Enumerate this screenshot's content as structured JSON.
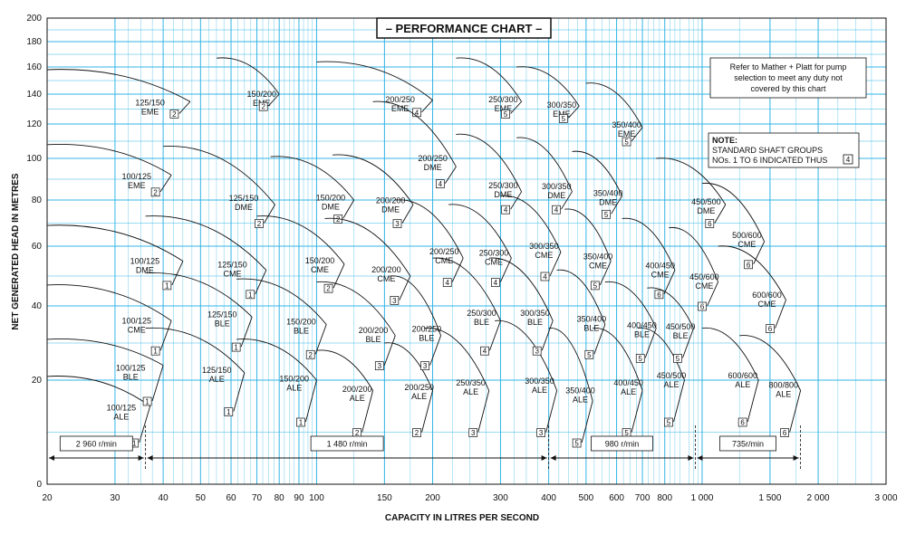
{
  "chart_data": {
    "type": "line",
    "title": "– PERFORMANCE CHART –",
    "xlabel": "CAPACITY IN LITRES PER SECOND",
    "ylabel": "NET GENERATED HEAD IN METRES",
    "x_scale": "log",
    "xlim": [
      20,
      3000
    ],
    "ylim": [
      0,
      200
    ],
    "grid": true,
    "x_ticks": [
      20,
      30,
      40,
      50,
      60,
      70,
      80,
      90,
      100,
      150,
      200,
      300,
      400,
      500,
      600,
      700,
      800,
      1000,
      1500,
      2000,
      3000
    ],
    "x_tick_labels": [
      "20",
      "30",
      "40",
      "50",
      "60",
      "70",
      "80",
      "90",
      "100",
      "150",
      "200",
      "300",
      "400",
      "500",
      "600",
      "700",
      "800",
      "1 000",
      "1 500",
      "2 000",
      "3 000"
    ],
    "y_ticks": [
      0,
      20,
      40,
      60,
      80,
      100,
      120,
      140,
      160,
      180,
      200
    ],
    "y_tick_labels": [
      "0",
      "20",
      "40",
      "60",
      "80",
      "100",
      "120",
      "140",
      "160",
      "180",
      "200"
    ],
    "notes": {
      "refer": [
        "Refer to Mather + Platt for pump",
        "selection to meet any duty not",
        "covered by this chart"
      ],
      "note_title": "NOTE:",
      "note_lines": [
        "STANDARD SHAFT GROUPS",
        "NOs. 1 TO 6 INDICATED THUS"
      ],
      "note_example_group": "4"
    },
    "speed_bands": [
      {
        "label": "2 960 r/min",
        "x_start": 20,
        "x_end": 36
      },
      {
        "label": "1 480 r/min",
        "x_start": 36,
        "x_end": 400
      },
      {
        "label": "980 r/min",
        "x_start": 400,
        "x_end": 960
      },
      {
        "label": "735r/min",
        "x_start": 960,
        "x_end": 1800
      }
    ],
    "pump_curves": [
      {
        "name": "100/125 ALE",
        "group": "1",
        "x_start": 20,
        "y_start": 21,
        "x_end": 37,
        "y_end": 15
      },
      {
        "name": "100/125 BLE",
        "group": "1",
        "x_start": 20,
        "y_start": 31,
        "x_end": 40,
        "y_end": 24
      },
      {
        "name": "100/125 CME",
        "group": "1",
        "x_start": 20,
        "y_start": 47,
        "x_end": 42,
        "y_end": 36
      },
      {
        "name": "100/125 DME",
        "group": "1",
        "x_start": 20,
        "y_start": 69,
        "x_end": 45,
        "y_end": 55
      },
      {
        "name": "100/125 EME",
        "group": "2",
        "x_start": 20,
        "y_start": 108,
        "x_end": 42,
        "y_end": 92
      },
      {
        "name": "125/150 EME",
        "group": "2",
        "x_start": 20,
        "y_start": 158,
        "x_end": 47,
        "y_end": 135
      },
      {
        "name": "125/150 ALE",
        "group": "1",
        "x_start": 36,
        "y_start": 34,
        "x_end": 65,
        "y_end": 22
      },
      {
        "name": "125/150 BLE",
        "group": "1",
        "x_start": 36,
        "y_start": 51,
        "x_end": 68,
        "y_end": 37
      },
      {
        "name": "125/150 CME",
        "group": "1",
        "x_start": 36,
        "y_start": 73,
        "x_end": 74,
        "y_end": 52
      },
      {
        "name": "125/150 DME",
        "group": "2",
        "x_start": 40,
        "y_start": 107,
        "x_end": 78,
        "y_end": 78
      },
      {
        "name": "150/200 EME",
        "group": "2",
        "x_start": 55,
        "y_start": 167,
        "x_end": 80,
        "y_end": 140
      },
      {
        "name": "150/200 ALE",
        "group": "1",
        "x_start": 62,
        "y_start": 31,
        "x_end": 100,
        "y_end": 20
      },
      {
        "name": "150/200 BLE",
        "group": "2",
        "x_start": 62,
        "y_start": 49,
        "x_end": 106,
        "y_end": 35
      },
      {
        "name": "150/200 CME",
        "group": "2",
        "x_start": 70,
        "y_start": 73,
        "x_end": 118,
        "y_end": 54
      },
      {
        "name": "150/200 DME",
        "group": "2",
        "x_start": 76,
        "y_start": 101,
        "x_end": 125,
        "y_end": 80
      },
      {
        "name": "200/250 EME",
        "group": "4",
        "x_start": 100,
        "y_start": 164,
        "x_end": 200,
        "y_end": 136
      },
      {
        "name": "200/200 ALE",
        "group": "2",
        "x_start": 100,
        "y_start": 28,
        "x_end": 140,
        "y_end": 18
      },
      {
        "name": "200/200 BLE",
        "group": "3",
        "x_start": 100,
        "y_start": 48,
        "x_end": 160,
        "y_end": 32
      },
      {
        "name": "200/200 CME",
        "group": "3",
        "x_start": 105,
        "y_start": 72,
        "x_end": 175,
        "y_end": 50
      },
      {
        "name": "200/200 DME",
        "group": "3",
        "x_start": 110,
        "y_start": 102,
        "x_end": 178,
        "y_end": 78
      },
      {
        "name": "200/250 DME",
        "group": "4",
        "x_start": 140,
        "y_start": 135,
        "x_end": 230,
        "y_end": 96
      },
      {
        "name": "200/250 ALE",
        "group": "2",
        "x_start": 150,
        "y_start": 30,
        "x_end": 200,
        "y_end": 18
      },
      {
        "name": "200/250 BLE",
        "group": "3",
        "x_start": 155,
        "y_start": 50,
        "x_end": 210,
        "y_end": 32
      },
      {
        "name": "200/250 CME",
        "group": "4",
        "x_start": 160,
        "y_start": 80,
        "x_end": 240,
        "y_end": 56
      },
      {
        "name": "250/350 ALE",
        "group": "3",
        "x_start": 190,
        "y_start": 34,
        "x_end": 280,
        "y_end": 18
      },
      {
        "name": "250/300 BLE",
        "group": "4",
        "x_start": 200,
        "y_start": 56,
        "x_end": 300,
        "y_end": 36
      },
      {
        "name": "250/300 CME",
        "group": "4",
        "x_start": 220,
        "y_start": 78,
        "x_end": 320,
        "y_end": 56
      },
      {
        "name": "250/300 DME",
        "group": "4",
        "x_start": 230,
        "y_start": 114,
        "x_end": 340,
        "y_end": 84
      },
      {
        "name": "250/300 EME",
        "group": "5",
        "x_start": 230,
        "y_start": 167,
        "x_end": 340,
        "y_end": 135
      },
      {
        "name": "300/350 ALE",
        "group": "3",
        "x_start": 290,
        "y_start": 36,
        "x_end": 420,
        "y_end": 18
      },
      {
        "name": "300/350 BLE",
        "group": "3",
        "x_start": 280,
        "y_start": 56,
        "x_end": 410,
        "y_end": 36
      },
      {
        "name": "300/350 CME",
        "group": "4",
        "x_start": 300,
        "y_start": 82,
        "x_end": 430,
        "y_end": 58
      },
      {
        "name": "300/350 DME",
        "group": "4",
        "x_start": 330,
        "y_start": 112,
        "x_end": 460,
        "y_end": 84
      },
      {
        "name": "300/350 EME",
        "group": "5",
        "x_start": 330,
        "y_start": 160,
        "x_end": 480,
        "y_end": 132
      },
      {
        "name": "350/400 ALE",
        "group": "5",
        "x_start": 400,
        "y_start": 34,
        "x_end": 520,
        "y_end": 16
      },
      {
        "name": "350/400 BLE",
        "group": "5",
        "x_start": 420,
        "y_start": 52,
        "x_end": 560,
        "y_end": 35
      },
      {
        "name": "350/400 CME",
        "group": "5",
        "x_start": 440,
        "y_start": 76,
        "x_end": 580,
        "y_end": 55
      },
      {
        "name": "350/400 DME",
        "group": "5",
        "x_start": 460,
        "y_start": 104,
        "x_end": 620,
        "y_end": 82
      },
      {
        "name": "350/400 EME",
        "group": "5",
        "x_start": 500,
        "y_start": 148,
        "x_end": 700,
        "y_end": 118
      },
      {
        "name": "400/450 ALE",
        "group": "5",
        "x_start": 520,
        "y_start": 34,
        "x_end": 700,
        "y_end": 18
      },
      {
        "name": "400/450 BLE",
        "group": "5",
        "x_start": 560,
        "y_start": 48,
        "x_end": 760,
        "y_end": 34
      },
      {
        "name": "400/450 CME",
        "group": "6",
        "x_start": 620,
        "y_start": 72,
        "x_end": 850,
        "y_end": 52
      },
      {
        "name": "450/500 ALE",
        "group": "5",
        "x_start": 680,
        "y_start": 34,
        "x_end": 900,
        "y_end": 20
      },
      {
        "name": "450/500 BLE",
        "group": "5",
        "x_start": 720,
        "y_start": 46,
        "x_end": 950,
        "y_end": 34
      },
      {
        "name": "450/500 DME",
        "group": "6",
        "x_start": 760,
        "y_start": 100,
        "x_end": 1150,
        "y_end": 78
      },
      {
        "name": "450/600 CME",
        "group": "6",
        "x_start": 820,
        "y_start": 68,
        "x_end": 1100,
        "y_end": 48
      },
      {
        "name": "500/600 CME",
        "group": "6",
        "x_start": 1000,
        "y_start": 88,
        "x_end": 1450,
        "y_end": 62
      },
      {
        "name": "600/600 ALE",
        "group": "6",
        "x_start": 1000,
        "y_start": 34,
        "x_end": 1400,
        "y_end": 20
      },
      {
        "name": "600/600 CME",
        "group": "6",
        "x_start": 1100,
        "y_start": 60,
        "x_end": 1650,
        "y_end": 42
      },
      {
        "name": "800/800 ALE",
        "group": "6",
        "x_start": 1250,
        "y_start": 32,
        "x_end": 1800,
        "y_end": 18
      }
    ]
  }
}
